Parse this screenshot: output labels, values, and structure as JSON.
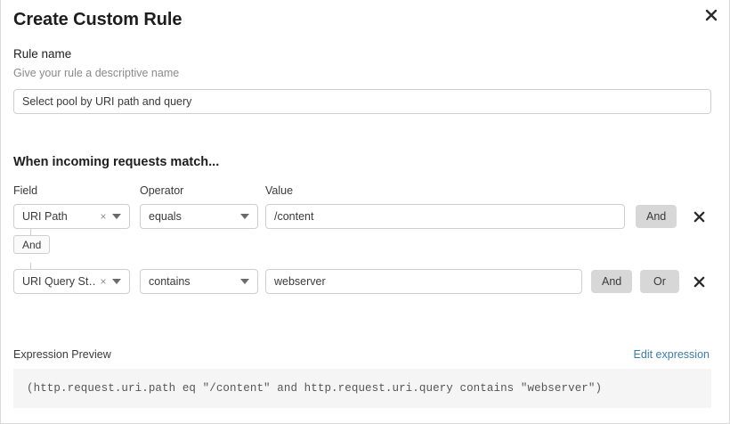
{
  "dialog": {
    "title": "Create Custom Rule",
    "close_icon": "close-icon"
  },
  "rule_name": {
    "label": "Rule name",
    "help": "Give your rule a descriptive name",
    "value": "Select pool by URI path and query",
    "placeholder": "Select pool by URI path and query"
  },
  "match": {
    "heading": "When incoming requests match...",
    "columns": {
      "field": "Field",
      "operator": "Operator",
      "value": "Value"
    },
    "connector": {
      "label": "And"
    },
    "rows": [
      {
        "field": "URI Path",
        "operator": "equals",
        "value": "/content",
        "clear_icon": "close-small-icon",
        "caret_icon": "chevron-down-icon",
        "buttons": [
          "And"
        ],
        "delete_icon": "delete-icon"
      },
      {
        "field": "URI Query St…",
        "operator": "contains",
        "value": "webserver",
        "clear_icon": "close-small-icon",
        "caret_icon": "chevron-down-icon",
        "buttons": [
          "And",
          "Or"
        ],
        "delete_icon": "delete-icon"
      }
    ]
  },
  "expression": {
    "label": "Expression Preview",
    "edit_link": "Edit expression",
    "text": "(http.request.uri.path eq \"/content\" and http.request.uri.query contains \"webserver\")"
  },
  "colors": {
    "accent_link": "#3d7ea8",
    "button_grey": "#d7d7d7",
    "border": "#cfcfcf",
    "preview_bg": "#f5f5f5",
    "muted_text": "#8a8a8a"
  }
}
